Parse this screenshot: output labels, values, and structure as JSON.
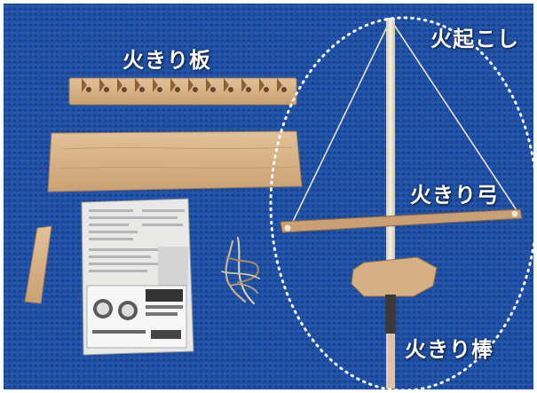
{
  "labels": {
    "fire_board": "火きり板",
    "fire_starter": "火起こし",
    "fire_bow": "火きり弓",
    "fire_drill": "火きり棒"
  },
  "colors": {
    "carpet": "#1f4fa3",
    "carpet_dark": "#163c86",
    "wood": "#d9b48c",
    "wood_dark": "#b98f63",
    "label_text": "#ffffff",
    "dotted_ellipse": "#ffffff"
  },
  "objects": [
    "notched-fire-board",
    "plain-wood-plank",
    "newspaper-sheet",
    "small-wood-stick",
    "cord-tinder-bundle",
    "bow-drill-fire-starter"
  ]
}
